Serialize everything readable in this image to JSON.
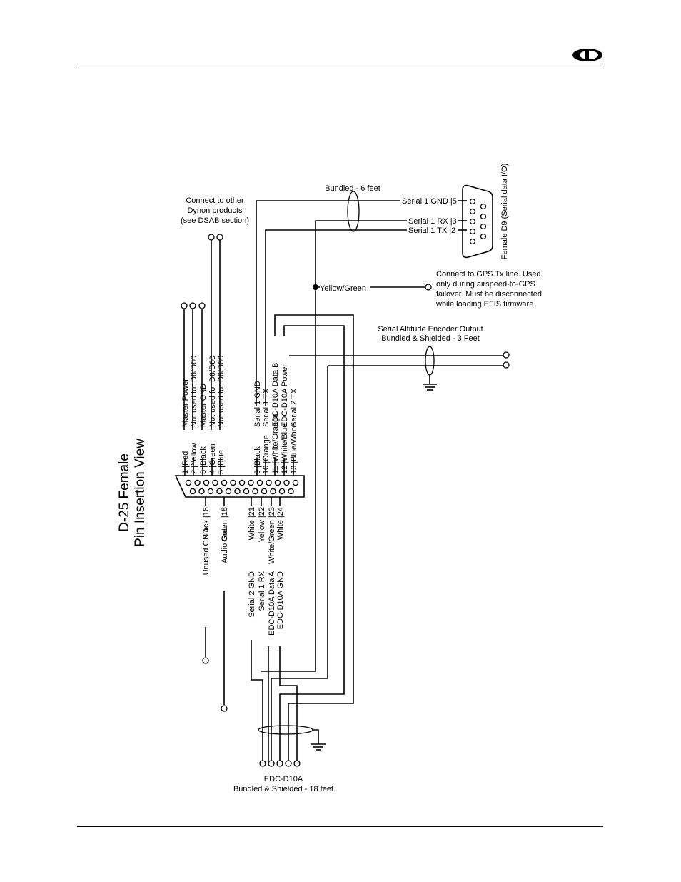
{
  "header": {
    "logo": "Dynon logo"
  },
  "diagram": {
    "title_line1": "D-25 Female",
    "title_line2": "Pin Insertion View",
    "dsab_note": [
      "Connect to other",
      "Dynon products",
      "(see DSAB section)"
    ],
    "db9": {
      "label": "Female D9 (Serial data I/O)",
      "pins": [
        "Serial 1 GND |5",
        "Serial 1 RX |3",
        "Serial 1 TX |2"
      ],
      "bundle_label": "Bundled - 6 feet"
    },
    "gps": {
      "wire_label": "Yellow/Green",
      "note": [
        "Connect to GPS Tx line. Used",
        "only during airspeed-to-GPS",
        "failover. Must be disconnected",
        "while loading EFIS firmware."
      ]
    },
    "encoder": {
      "label_line1": "Serial Altitude Encoder Output",
      "label_line2": "Bundled & Shielded - 3 Feet"
    },
    "edc": {
      "label_line1": "EDC-D10A",
      "label_line2": "Bundled & Shielded - 18 feet"
    },
    "top_pins": [
      {
        "num": "1",
        "color": "Red",
        "func": "Master Power"
      },
      {
        "num": "2",
        "color": "Yellow",
        "func": "Not used for D6/D60"
      },
      {
        "num": "3",
        "color": "Black",
        "func": "Master GND"
      },
      {
        "num": "4",
        "color": "Green",
        "func": "Not used for D6/D60"
      },
      {
        "num": "5",
        "color": "Blue",
        "func": "Not used for D6/D60"
      },
      {
        "num": "9",
        "color": "Black",
        "func": "Serial 1 GND"
      },
      {
        "num": "10",
        "color": "Orange",
        "func": "Serial 1 TX"
      },
      {
        "num": "11",
        "color": "White/Orange",
        "func": "EDC-D10A Data B"
      },
      {
        "num": "12",
        "color": "White/Blue",
        "func": "EDC-D10A Power"
      },
      {
        "num": "13",
        "color": "Blue/White",
        "func": "Serial 2 TX"
      }
    ],
    "bottom_pins": [
      {
        "num": "16",
        "color": "Black",
        "func": "Unused GND"
      },
      {
        "num": "18",
        "color": "Green",
        "func": "Audio Out"
      },
      {
        "num": "21",
        "color": "White",
        "func": "Serial 2 GND"
      },
      {
        "num": "22",
        "color": "Yellow",
        "func": "Serial 1 RX"
      },
      {
        "num": "23",
        "color": "White/Green",
        "func": "EDC-D10A Data A"
      },
      {
        "num": "24",
        "color": "White",
        "func": "EDC-D10A GND"
      }
    ]
  }
}
